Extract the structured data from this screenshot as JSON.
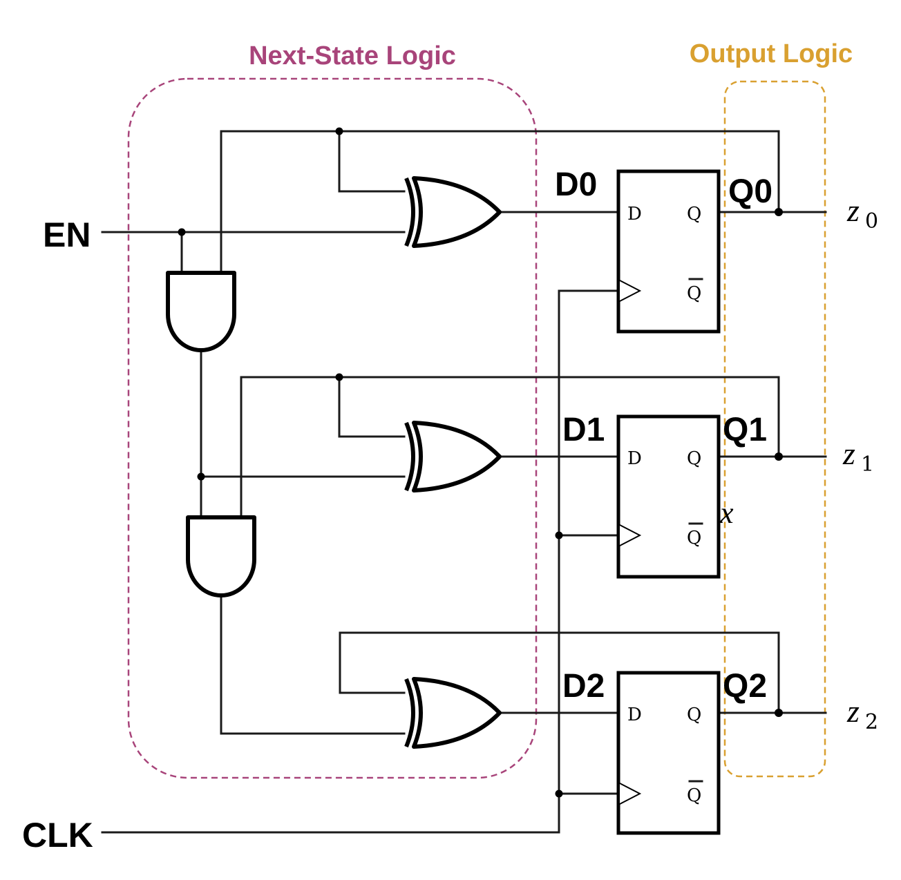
{
  "groups": {
    "next_state": {
      "title": "Next-State Logic",
      "color": "#a8447a"
    },
    "output": {
      "title": "Output Logic",
      "color": "#d9a030"
    }
  },
  "signals": {
    "enable": "EN",
    "clock": "CLK",
    "d0": "D0",
    "d1": "D1",
    "d2": "D2",
    "q0": "Q0",
    "q1": "Q1",
    "q2": "Q2",
    "x": "x"
  },
  "outputs": [
    {
      "var": "z",
      "sub": "0"
    },
    {
      "var": "z",
      "sub": "1"
    },
    {
      "var": "z",
      "sub": "2"
    }
  ],
  "flip_flops": [
    {
      "d_pin": "D",
      "q_pin": "Q",
      "qbar_pin": "Q"
    },
    {
      "d_pin": "D",
      "q_pin": "Q",
      "qbar_pin": "Q"
    },
    {
      "d_pin": "D",
      "q_pin": "Q",
      "qbar_pin": "Q"
    }
  ]
}
